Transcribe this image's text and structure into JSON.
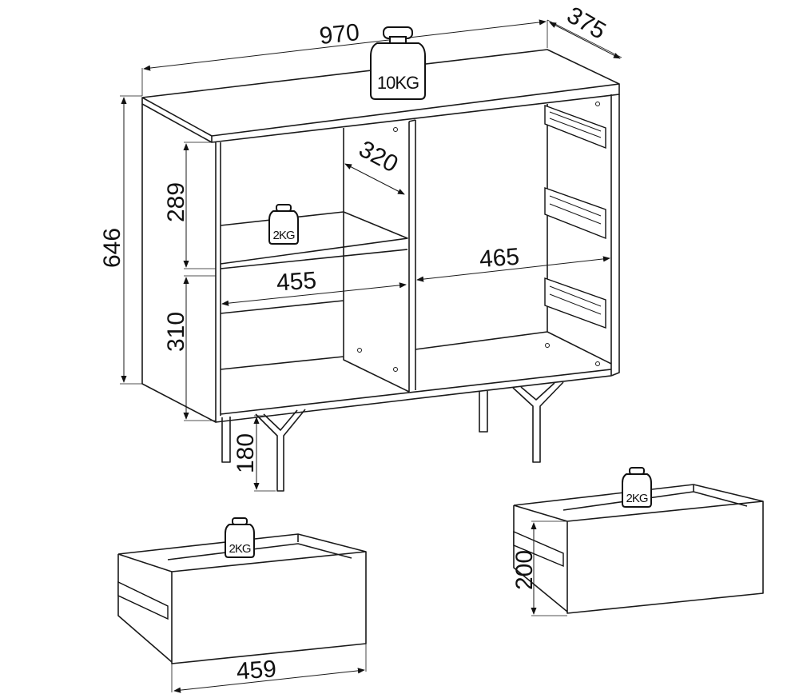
{
  "dimensions": {
    "width": "970",
    "depth": "375",
    "height": "646",
    "shelf_depth": "320",
    "upper_compartment_height": "289",
    "lower_compartment_height": "310",
    "left_compartment_width": "455",
    "right_compartment_width": "465",
    "leg_height": "180",
    "drawer_height": "200",
    "drawer_width": "459"
  },
  "loads": {
    "top": "10KG",
    "shelf": "2KG",
    "drawer_left": "2KG",
    "drawer_right": "2KG"
  }
}
